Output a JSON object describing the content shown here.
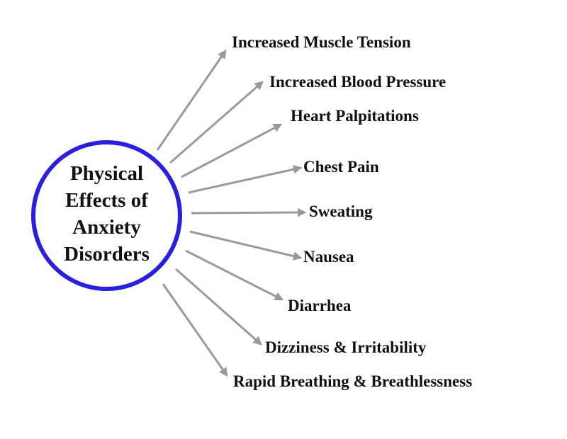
{
  "diagram": {
    "center_title": "Physical\nEffects of\nAnxiety\nDisorders",
    "effects": [
      "Increased Muscle Tension",
      "Increased Blood Pressure",
      "Heart Palpitations",
      "Chest Pain",
      "Sweating",
      "Nausea",
      "Diarrhea",
      "Dizziness & Irritability",
      "Rapid Breathing & Breathlessness"
    ]
  },
  "colors": {
    "circle_border": "#2a1fe0",
    "arrow": "#9a9a9a",
    "text": "#111111"
  }
}
